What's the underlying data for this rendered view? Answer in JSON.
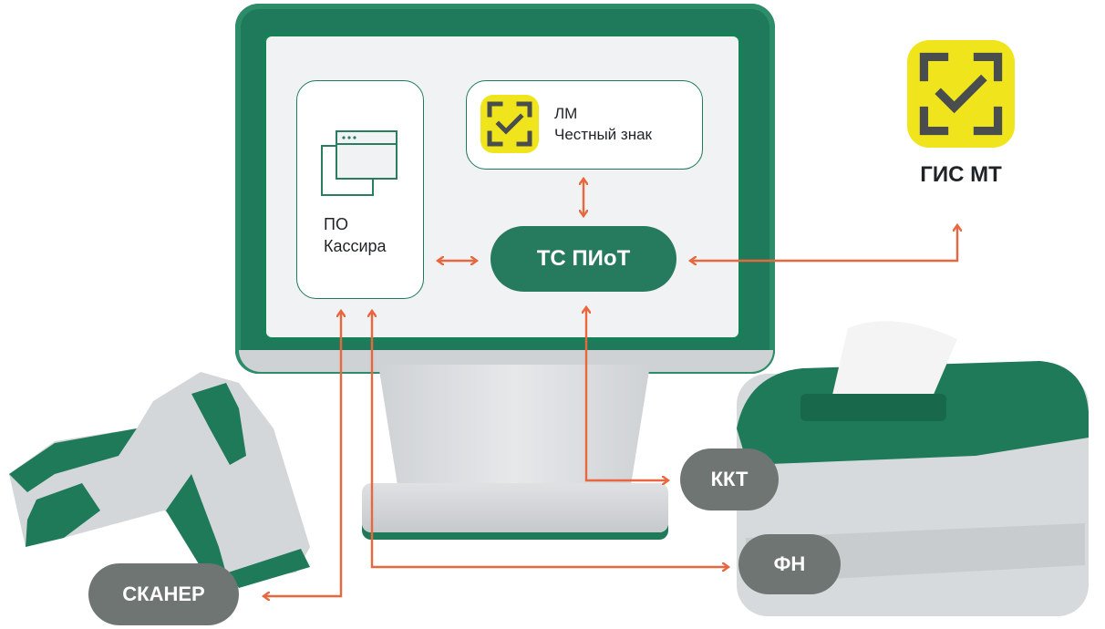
{
  "screen": {
    "pos_label_line1": "ПО",
    "pos_label_line2": "Кассира",
    "lm_label_line1": "ЛМ",
    "lm_label_line2": "Честный знак",
    "piot_label": "ТС ПИоТ"
  },
  "external": {
    "gis_label": "ГИС МТ"
  },
  "devices": {
    "kkt_label": "ККТ",
    "fn_label": "ФН",
    "scanner_label": "СКАНЕР"
  },
  "colors": {
    "brand_green": "#267a5e",
    "arrow_orange": "#e8673e",
    "logo_yellow": "#f0e51c",
    "pill_gray": "#6f7572"
  },
  "icons": [
    "window-stack-icon",
    "scan-check-icon",
    "scanner-device",
    "receipt-printer-device"
  ]
}
